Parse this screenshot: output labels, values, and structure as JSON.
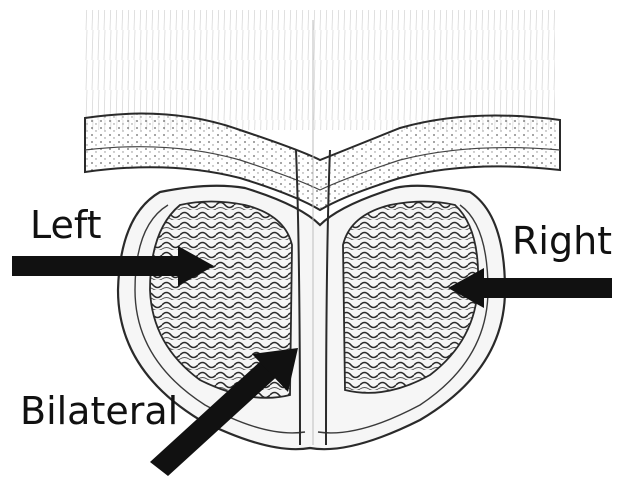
{
  "labels": {
    "left": "Left",
    "right": "Right",
    "bilateral": "Bilateral"
  },
  "colors": {
    "arrow": "#111111",
    "ink": "#2a2a2a",
    "tissue_fill": "#f4f4f4",
    "background": "#ffffff"
  }
}
